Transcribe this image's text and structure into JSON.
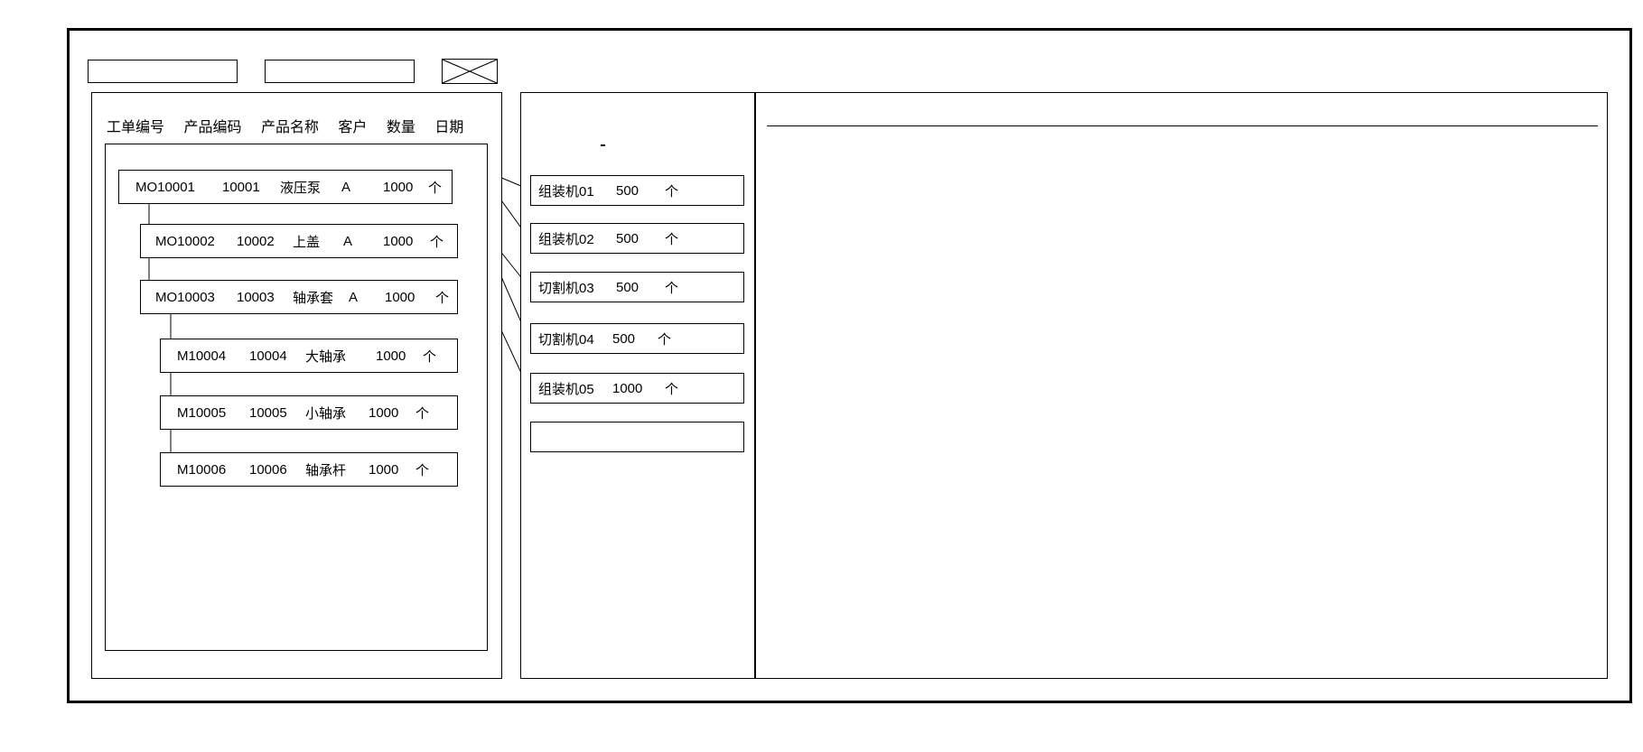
{
  "window": {
    "title": ""
  },
  "toolbar": {
    "field1_value": "",
    "field1_placeholder": "",
    "field2_value": "",
    "field2_placeholder": "",
    "crossed_box_label": ""
  },
  "left_panel": {
    "column_headers": [
      "工单编号",
      "产品编码",
      "产品名称",
      "客户",
      "数量",
      "日期"
    ],
    "rows": [
      {
        "depth": 0,
        "order_no": "MO10001",
        "product_code": "10001",
        "product_name": "液压泵",
        "customer": "A",
        "quantity": "1000",
        "unit": "个"
      },
      {
        "depth": 1,
        "order_no": "MO10002",
        "product_code": "10002",
        "product_name": "上盖",
        "customer": "A",
        "quantity": "1000",
        "unit": "个"
      },
      {
        "depth": 1,
        "order_no": "MO10003",
        "product_code": "10003",
        "product_name": "轴承套",
        "customer": "A",
        "quantity": "1000",
        "unit": "个"
      },
      {
        "depth": 2,
        "order_no": "M10004",
        "product_code": "10004",
        "product_name": "大轴承",
        "customer": "",
        "quantity": "1000",
        "unit": "个"
      },
      {
        "depth": 2,
        "order_no": "M10005",
        "product_code": "10005",
        "product_name": "小轴承",
        "customer": "",
        "quantity": "1000",
        "unit": "个"
      },
      {
        "depth": 2,
        "order_no": "M10006",
        "product_code": "10006",
        "product_name": "轴承杆",
        "customer": "",
        "quantity": "1000",
        "unit": "个"
      }
    ]
  },
  "mid_panel": {
    "items": [
      {
        "machine": "组装机01",
        "quantity": "500",
        "unit": "个"
      },
      {
        "machine": "组装机02",
        "quantity": "500",
        "unit": "个"
      },
      {
        "machine": "切割机03",
        "quantity": "500",
        "unit": "个"
      },
      {
        "machine": "切割机04",
        "quantity": "500",
        "unit": "个"
      },
      {
        "machine": "组装机05",
        "quantity": "1000",
        "unit": "个"
      },
      {
        "machine": "",
        "quantity": "",
        "unit": ""
      }
    ]
  },
  "right_panel": {
    "header_text": "",
    "body_text": ""
  },
  "colors": {
    "stroke": "#000000",
    "background": "#ffffff"
  }
}
